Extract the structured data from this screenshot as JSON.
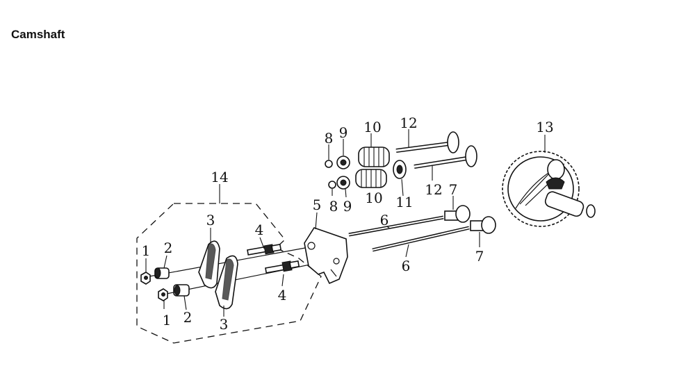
{
  "title": "Camshaft",
  "callouts": [
    {
      "id": "c1a",
      "text": "1"
    },
    {
      "id": "c1b",
      "text": "1"
    },
    {
      "id": "c2a",
      "text": "2"
    },
    {
      "id": "c2b",
      "text": "2"
    },
    {
      "id": "c3a",
      "text": "3"
    },
    {
      "id": "c3b",
      "text": "3"
    },
    {
      "id": "c4a",
      "text": "4"
    },
    {
      "id": "c4b",
      "text": "4"
    },
    {
      "id": "c5",
      "text": "5"
    },
    {
      "id": "c6a",
      "text": "6"
    },
    {
      "id": "c6b",
      "text": "6"
    },
    {
      "id": "c7a",
      "text": "7"
    },
    {
      "id": "c7b",
      "text": "7"
    },
    {
      "id": "c8a",
      "text": "8"
    },
    {
      "id": "c8b",
      "text": "8"
    },
    {
      "id": "c9a",
      "text": "9"
    },
    {
      "id": "c9b",
      "text": "9"
    },
    {
      "id": "c10a",
      "text": "10"
    },
    {
      "id": "c10b",
      "text": "10"
    },
    {
      "id": "c11",
      "text": "11"
    },
    {
      "id": "c12a",
      "text": "12"
    },
    {
      "id": "c12b",
      "text": "12"
    },
    {
      "id": "c13",
      "text": "13"
    },
    {
      "id": "c14",
      "text": "14"
    }
  ]
}
